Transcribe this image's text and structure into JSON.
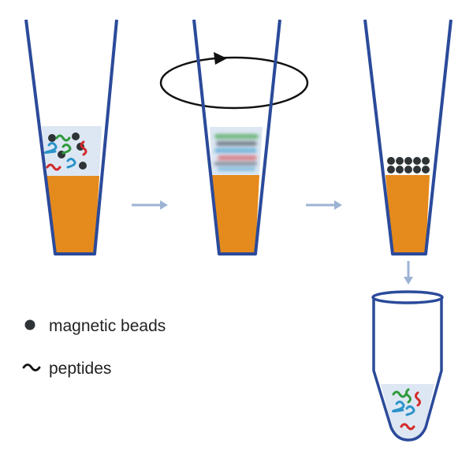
{
  "legend": {
    "beads_label": "magnetic beads",
    "peptides_label": "peptides"
  },
  "icons": {
    "bead": "dark-circle",
    "peptide": "tilde-squiggle",
    "rotation": "circular-arrow",
    "flow": "light-blue-arrow"
  },
  "colors": {
    "tube_outline": "#2b4a9a",
    "liquid_orange": "#e58a1c",
    "buffer_blue": "#dde7f3",
    "bead": "#2e3336",
    "arrow": "#9db3d4",
    "peptide_green": "#2e9a3c",
    "peptide_blue": "#2a93c9",
    "peptide_red": "#d22a2a"
  }
}
